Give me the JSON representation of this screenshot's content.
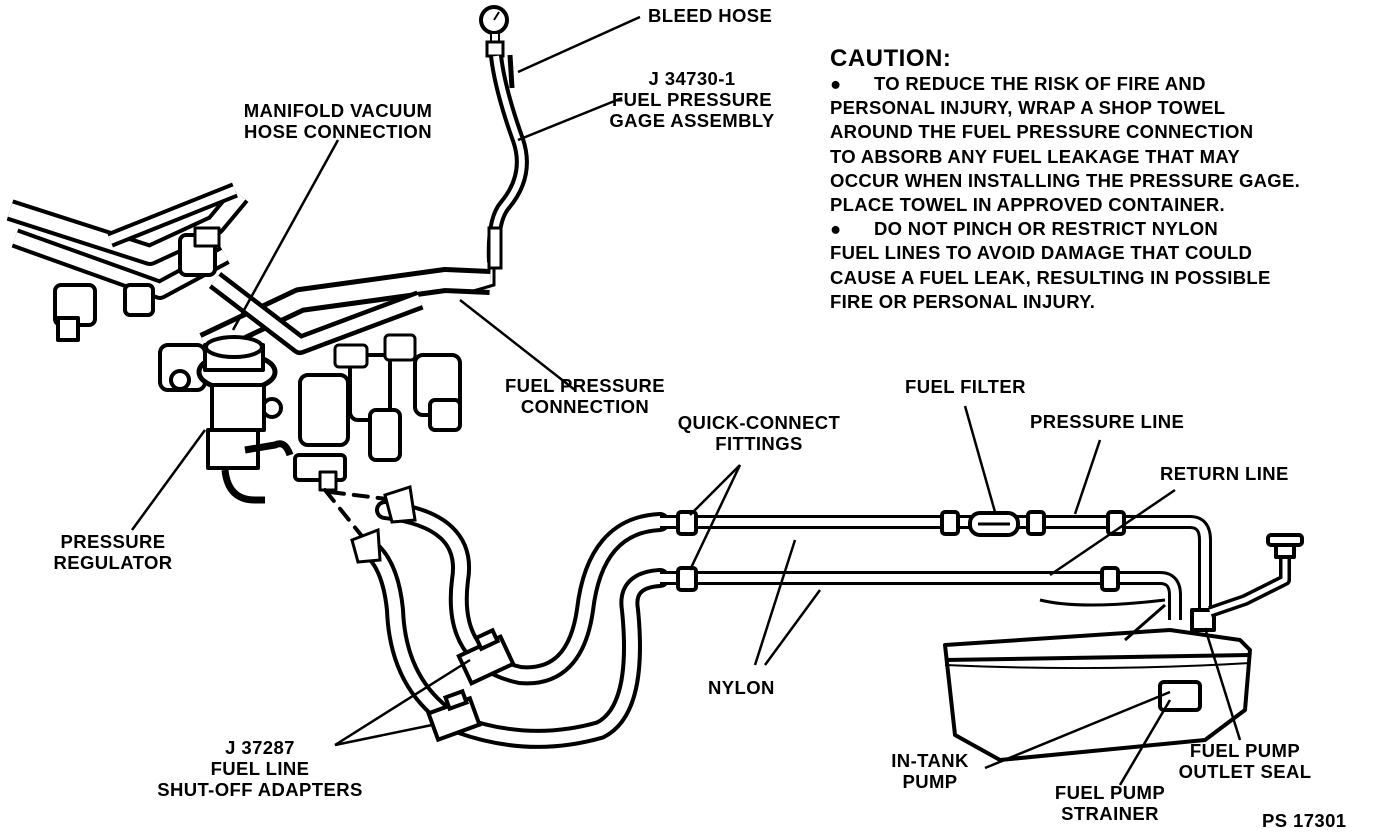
{
  "labels": {
    "bleed_hose": "BLEED HOSE",
    "gage_assembly": "J 34730-1\nFUEL PRESSURE\nGAGE ASSEMBLY",
    "manifold_vacuum": "MANIFOLD VACUUM\nHOSE CONNECTION",
    "fuel_pressure_connection": "FUEL PRESSURE\nCONNECTION",
    "pressure_regulator": "PRESSURE\nREGULATOR",
    "quick_connect": "QUICK-CONNECT\nFITTINGS",
    "fuel_filter": "FUEL FILTER",
    "pressure_line": "PRESSURE LINE",
    "return_line": "RETURN LINE",
    "nylon": "NYLON",
    "shutoff_adapters": "J 37287\nFUEL LINE\nSHUT-OFF ADAPTERS",
    "in_tank_pump": "IN-TANK\nPUMP",
    "fuel_pump_strainer": "FUEL PUMP\nSTRAINER",
    "fuel_pump_outlet_seal": "FUEL PUMP\nOUTLET SEAL",
    "figure_id": "PS 17301"
  },
  "caution": {
    "title": "CAUTION:",
    "bullet_glyph": "●",
    "item1_line1": "TO REDUCE THE RISK OF FIRE AND",
    "item1_rest": "PERSONAL INJURY, WRAP A SHOP TOWEL\nAROUND THE FUEL PRESSURE CONNECTION\nTO ABSORB ANY FUEL LEAKAGE THAT MAY\nOCCUR WHEN INSTALLING THE PRESSURE GAGE.\nPLACE TOWEL IN APPROVED CONTAINER.",
    "item2_line1": "DO NOT PINCH OR RESTRICT NYLON",
    "item2_rest": "FUEL LINES TO AVOID DAMAGE THAT COULD\nCAUSE A FUEL LEAK, RESULTING IN POSSIBLE\nFIRE OR PERSONAL INJURY."
  }
}
